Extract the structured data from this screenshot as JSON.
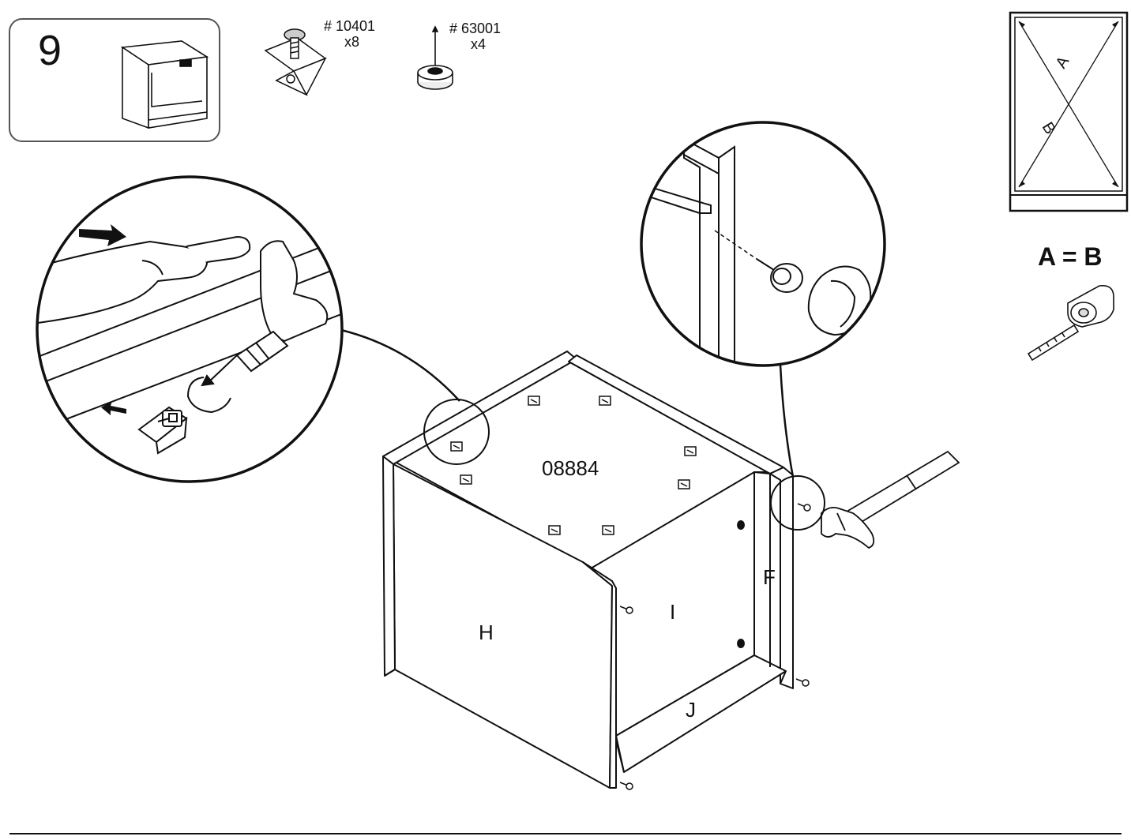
{
  "step": {
    "number": "9"
  },
  "hardware": [
    {
      "part_no": "# 10401",
      "qty": "x8",
      "icon": "corner-bracket-screw-icon"
    },
    {
      "part_no": "# 63001",
      "qty": "x4",
      "icon": "nail-glide-foot-icon"
    }
  ],
  "panel_labels": {
    "top_code": "08884",
    "side_left": "H",
    "back": "I",
    "side_right": "F",
    "bottom": "J"
  },
  "diagonal_check": {
    "label_a": "A",
    "label_b": "B",
    "equation": "A = B",
    "icon": "tape-measure-icon"
  },
  "colors": {
    "line": "#111111",
    "background": "#ffffff",
    "inset_frame": "#555555"
  }
}
